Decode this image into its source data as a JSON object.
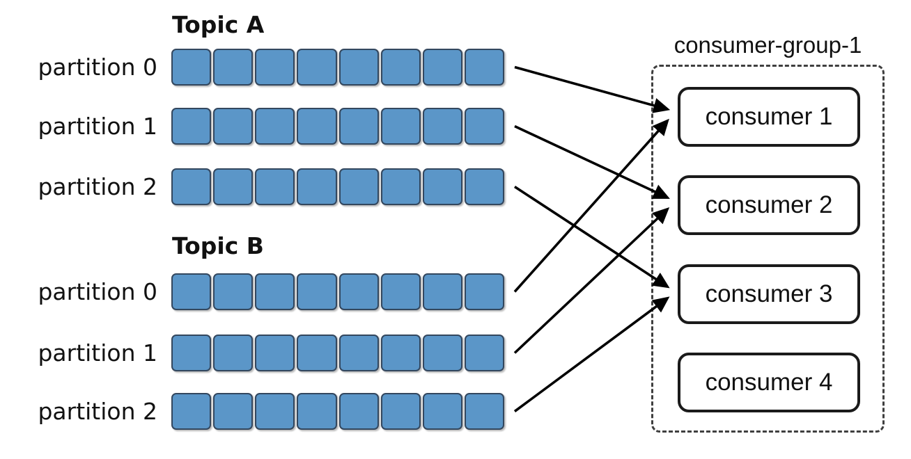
{
  "diagram": {
    "topics": [
      {
        "name": "Topic A",
        "partitions": [
          {
            "label": "partition 0",
            "cells": 8
          },
          {
            "label": "partition 1",
            "cells": 8
          },
          {
            "label": "partition 2",
            "cells": 8
          }
        ]
      },
      {
        "name": "Topic B",
        "partitions": [
          {
            "label": "partition 0",
            "cells": 8
          },
          {
            "label": "partition 1",
            "cells": 8
          },
          {
            "label": "partition 2",
            "cells": 8
          }
        ]
      }
    ],
    "consumer_group": {
      "label": "consumer-group-1",
      "consumers": [
        "consumer 1",
        "consumer 2",
        "consumer 3",
        "consumer 4"
      ]
    },
    "connections": [
      {
        "from": "Topic A / partition 0",
        "to": "consumer 1",
        "topic": 0,
        "partition": 0,
        "consumer": 0
      },
      {
        "from": "Topic A / partition 1",
        "to": "consumer 2",
        "topic": 0,
        "partition": 1,
        "consumer": 1
      },
      {
        "from": "Topic A / partition 2",
        "to": "consumer 3",
        "topic": 0,
        "partition": 2,
        "consumer": 2
      },
      {
        "from": "Topic B / partition 0",
        "to": "consumer 1",
        "topic": 1,
        "partition": 0,
        "consumer": 0
      },
      {
        "from": "Topic B / partition 1",
        "to": "consumer 2",
        "topic": 1,
        "partition": 1,
        "consumer": 1
      },
      {
        "from": "Topic B / partition 2",
        "to": "consumer 3",
        "topic": 1,
        "partition": 2,
        "consumer": 2
      }
    ],
    "colors": {
      "cell_fill": "#5b96c8",
      "cell_border": "#33475e",
      "arrow": "#000000",
      "consumer_border": "#1a1a1a",
      "group_border": "#3f3f3f",
      "text": "#111111"
    }
  }
}
